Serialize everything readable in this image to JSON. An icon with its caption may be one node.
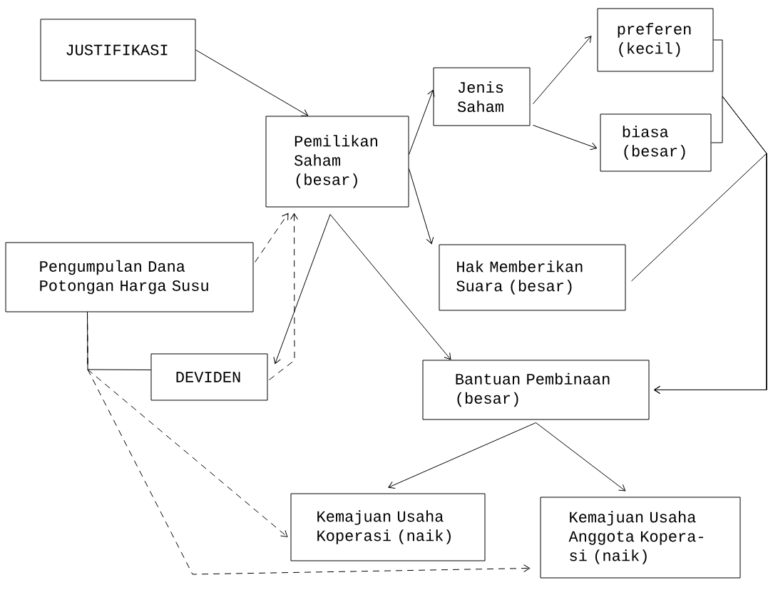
{
  "diagram": {
    "nodes": [
      {
        "text": [
          "JUSTIFIKASI"
        ]
      },
      {
        "text": [
          "Pemilikan Saham (besar)"
        ]
      },
      {
        "text": [
          "Jenis Saham"
        ]
      },
      {
        "text": [
          "preferen (kecil)"
        ]
      },
      {
        "text": [
          "biasa (besar)"
        ]
      },
      {
        "text": [
          "Hak Memberikan Suara (besar)"
        ]
      },
      {
        "text": [
          "Pengumpulan Dana Potongan Harga Susu"
        ]
      },
      {
        "text": [
          "DEVIDEN"
        ]
      },
      {
        "text": [
          "Bantuan Pembinaan (besar)"
        ]
      },
      {
        "text": [
          "Kemajuan Usaha Koperasi (naik)"
        ]
      },
      {
        "text": [
          "Kemajuan Usaha Anggota Kopera- si (naik)"
        ]
      }
    ],
    "edges": [
      {
        "from": 0,
        "to": 1,
        "arrow": "to"
      },
      {
        "from": 1,
        "to": 2,
        "arrow": "to"
      },
      {
        "from": 1,
        "to": 5,
        "arrow": "to"
      },
      {
        "from": 2,
        "to": 3,
        "arrow": "to"
      },
      {
        "from": 2,
        "to": 4,
        "arrow": "to"
      },
      {
        "from": 1,
        "to": 7,
        "arrow": "to"
      },
      {
        "from": 1,
        "to": 8,
        "arrow": "to"
      },
      {
        "from": 6,
        "to": 1,
        "arrow": "to",
        "style": "dashed"
      },
      {
        "from": 7,
        "to": 1,
        "arrow": "to",
        "style": "dashed"
      },
      {
        "from": 3,
        "to": 8,
        "arrow": "to"
      },
      {
        "from": 4,
        "to": 8,
        "arrow": "to"
      },
      {
        "from": 5,
        "to": 8,
        "arrow": "to"
      },
      {
        "from": 6,
        "to": 7,
        "arrow": "none"
      },
      {
        "from": 6,
        "to": 9,
        "arrow": "to",
        "style": "dashed"
      },
      {
        "from": 6,
        "to": 10,
        "arrow": "to",
        "style": "dashed"
      },
      {
        "from": 8,
        "to": 9,
        "arrow": "to"
      },
      {
        "from": 8,
        "to": 10,
        "arrow": "to"
      }
    ]
  }
}
